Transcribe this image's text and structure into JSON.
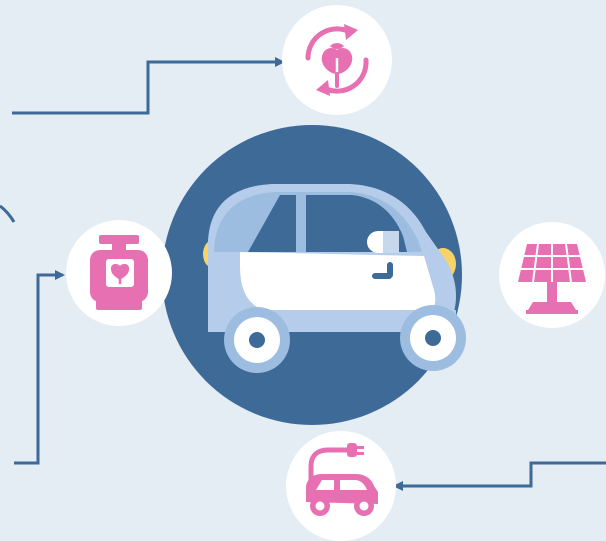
{
  "colors": {
    "background": "#e4ecf4",
    "hub": "#3e6a98",
    "connector": "#3e6a98",
    "icon_badge": "#ffffff",
    "icon_pink": "#e770b3",
    "car_light_blue": "#b5cdea",
    "car_mid_blue": "#9cbce0",
    "car_window": "#3e6a98",
    "car_white": "#ffffff",
    "car_headlight": "#f7d36a"
  },
  "diagram": {
    "hub": {
      "icon": "electric-car-icon"
    },
    "nodes": [
      {
        "id": "top",
        "icon": "bio-leaf-recycle-icon"
      },
      {
        "id": "left",
        "icon": "biogas-cylinder-icon"
      },
      {
        "id": "right",
        "icon": "solar-panel-icon"
      },
      {
        "id": "bottom",
        "icon": "ev-charging-car-icon"
      }
    ],
    "connectors": [
      {
        "to": "top"
      },
      {
        "to": "left"
      },
      {
        "to": "bottom"
      },
      {
        "to": "right"
      }
    ]
  }
}
